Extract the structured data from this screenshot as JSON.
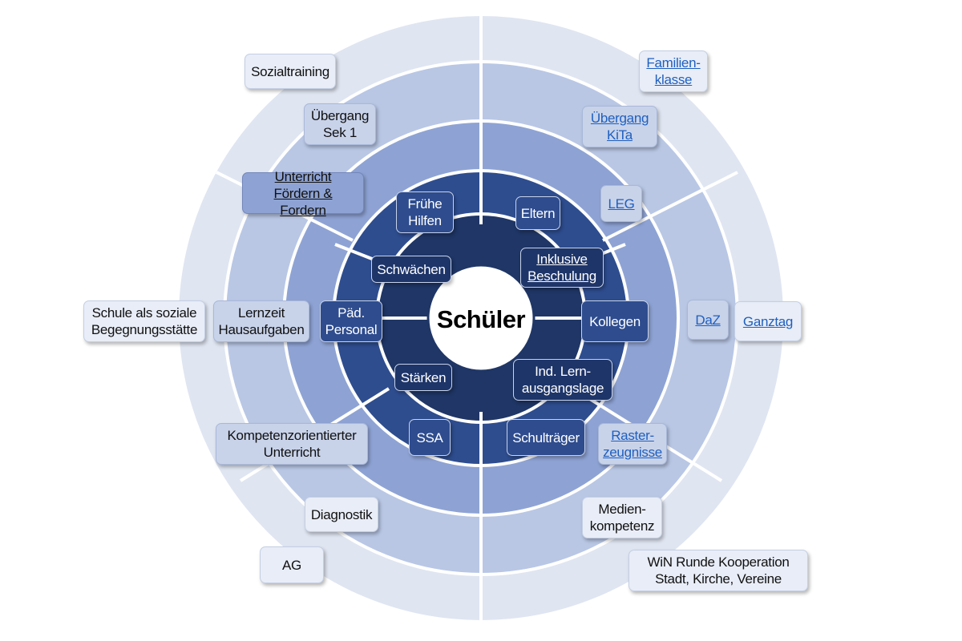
{
  "center": {
    "label": "Schüler"
  },
  "colors": {
    "ring1": "#dfe5f1",
    "ring2": "#b9c7e5",
    "ring3": "#8ea3d4",
    "ring4": "#2e4d8f",
    "ring5": "#1f3666",
    "center": "#ffffff",
    "link": "#1f5fbf"
  },
  "inner_ring": {
    "fruehe_hilfen": "Frühe\nHilfen",
    "schwaechen": "Schwächen",
    "paed_personal": "Päd.\nPersonal",
    "staerken": "Stärken",
    "ssa": "SSA",
    "eltern": "Eltern",
    "inklusive_beschulung": "Inklusive\nBeschulung",
    "kollegen": "Kollegen",
    "ind_lernausgangslage": "Ind. Lern-\nausgangslage",
    "schultraeger": "Schulträger"
  },
  "middle_ring": {
    "unterricht": "Unterricht\nFördern & Fordern",
    "lernzeit": "Lernzeit\nHausaufgaben",
    "kompetenzorientierter": "Kompetenzorientierter\nUnterricht",
    "leg": "LEG",
    "daz": "DaZ",
    "rasterzeugnisse": "Raster-\nzeugnisse"
  },
  "outer_ring": {
    "sozialtraining": "Sozialtraining",
    "uebergang_sek1": "Übergang\nSek 1",
    "schule_begegnung": "Schule als soziale\nBegegnungsstätte",
    "diagnostik": "Diagnostik",
    "ag": "AG",
    "familienklasse": "Familien-\nklasse",
    "uebergang_kita": "Übergang\nKiTa",
    "ganztag": "Ganztag",
    "medienkompetenz": "Medien-\nkompetenz",
    "win_runde": "WiN Runde Kooperation\nStadt, Kirche, Vereine"
  }
}
